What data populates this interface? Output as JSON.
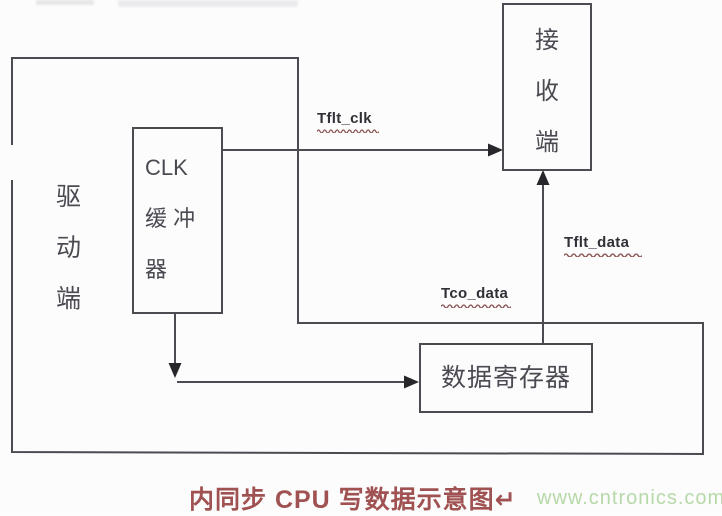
{
  "diagram": {
    "caption": "内同步 CPU 写数据示意图↵",
    "watermark": "www.cntronics.com",
    "nodes": {
      "driver": {
        "label": "驱\n动\n端"
      },
      "clk_buffer": {
        "label": "CLK\n缓 冲\n器"
      },
      "receiver": {
        "label": "接\n收\n端"
      },
      "data_register": {
        "label": "数据寄存器"
      }
    },
    "edges": {
      "tflt_clk": {
        "label": "Tflt_clk"
      },
      "tflt_data": {
        "label": "Tflt_data"
      },
      "tco_data": {
        "label": "Tco_data"
      }
    },
    "colors": {
      "line": "#4b4b52",
      "arrowhead": "#26262b",
      "node_text": "#4a4a52",
      "net_label_text": "#303036",
      "wavy_underline": "#8a5252",
      "caption_text": "#a05252",
      "watermark_text": "#b6d9a8",
      "background": "#fcfcfc"
    }
  }
}
